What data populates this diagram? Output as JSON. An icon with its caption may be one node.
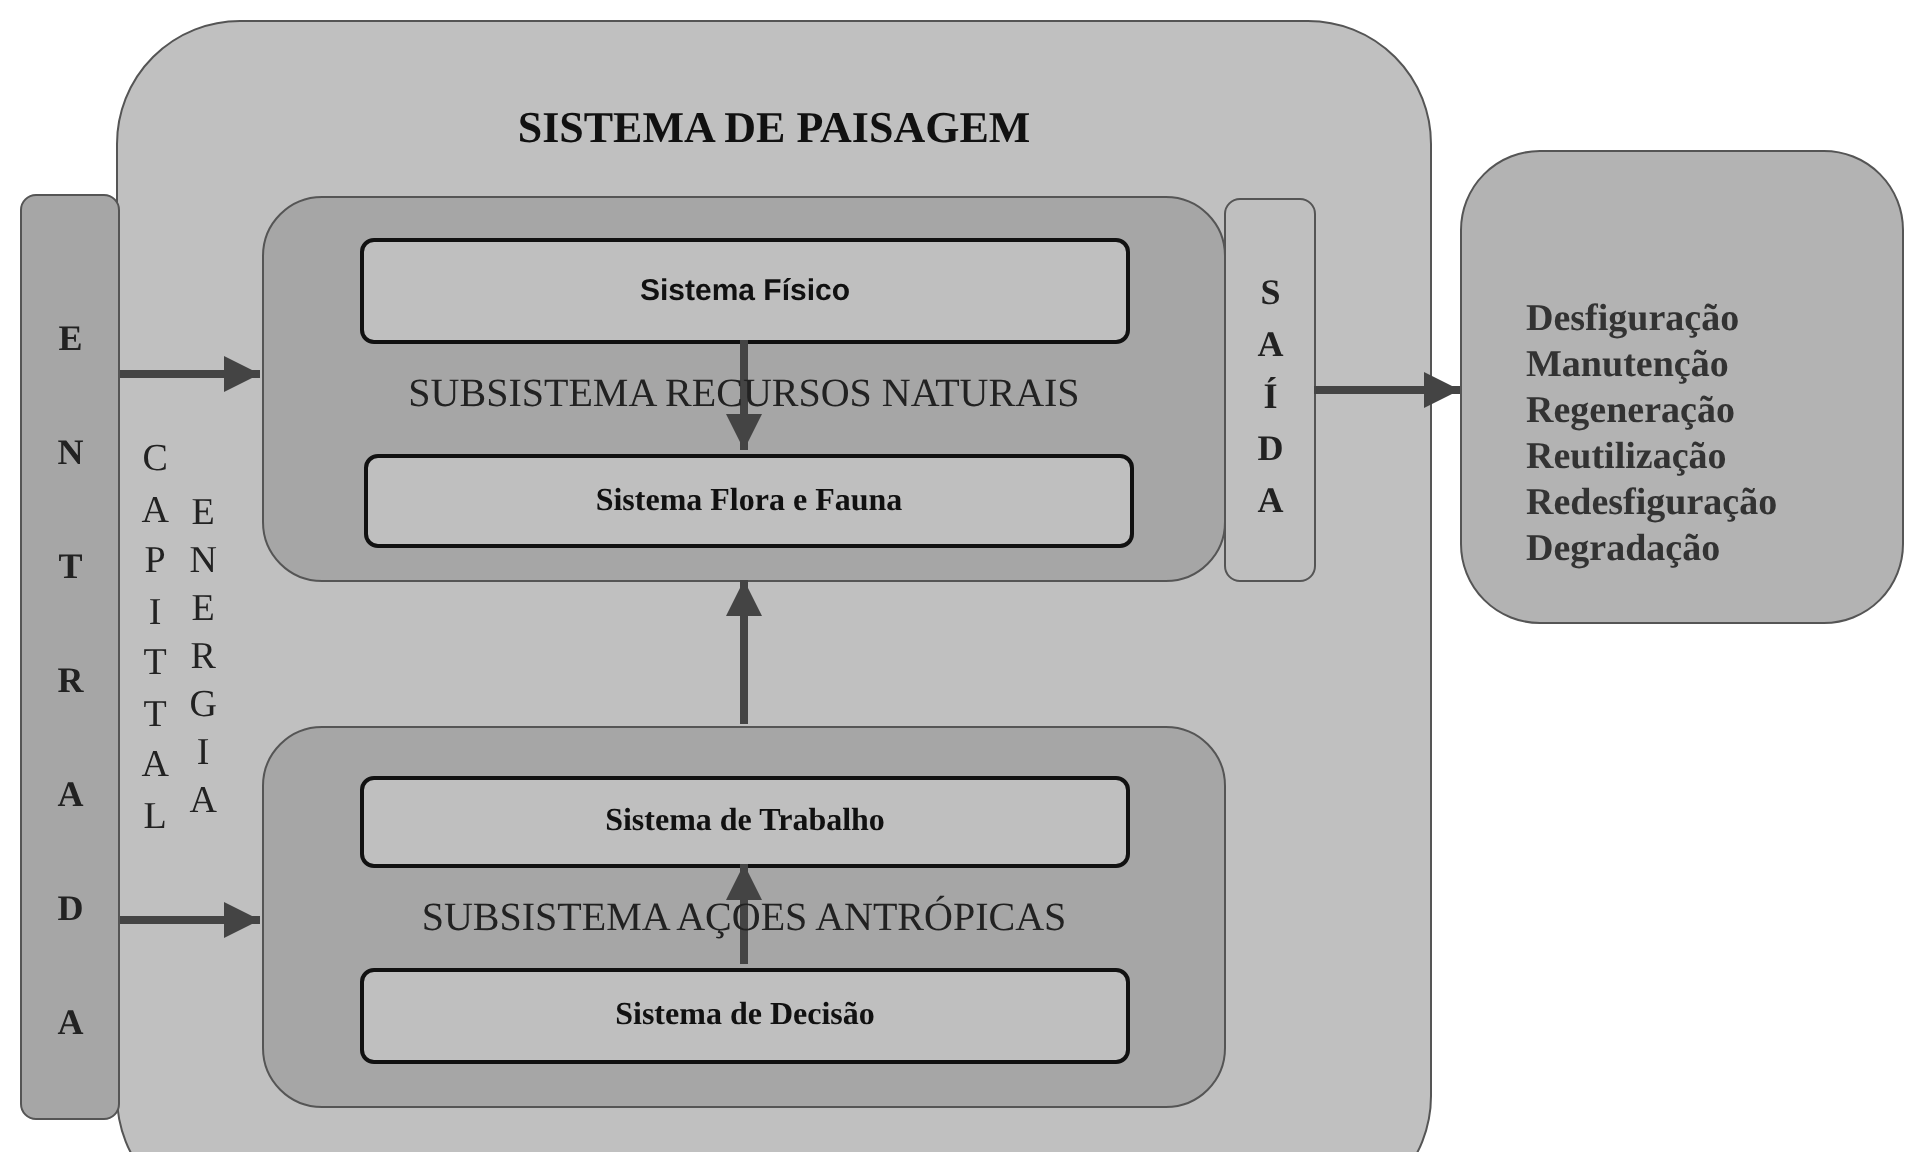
{
  "diagram": {
    "nodes": [
      {
        "text": [
          "SISTEMA DE PAISAGEM"
        ]
      },
      {
        "text": [
          "ENTRADA"
        ]
      },
      {
        "text": [
          "SUBSISTEMA RECURSOS NATURAIS"
        ],
        "in": 0
      },
      {
        "text": [
          "Sistema Físico"
        ],
        "in": 2
      },
      {
        "text": [
          "Sistema Flora e Fauna"
        ],
        "in": 2
      },
      {
        "text": [
          "SUBSISTEMA AÇOES ANTRÓPICAS"
        ],
        "in": 0
      },
      {
        "text": [
          "Sistema de Trabalho"
        ],
        "in": 5
      },
      {
        "text": [
          "Sistema de Decisão"
        ],
        "in": 5
      },
      {
        "text": [
          "SAÍDA"
        ],
        "in": 0
      },
      {
        "text": [
          "Desfiguração",
          "Manutenção",
          "Regeneração",
          "Reutilização",
          "Redesfiguração",
          "Degradação"
        ]
      }
    ],
    "edges": [
      {
        "from": 1,
        "to": 2,
        "arrow": "to"
      },
      {
        "from": 1,
        "to": 5,
        "arrow": "to"
      },
      {
        "from": 3,
        "to": 4,
        "arrow": "to"
      },
      {
        "from": 7,
        "to": 6,
        "arrow": "to"
      },
      {
        "from": 5,
        "to": 2,
        "arrow": "to"
      },
      {
        "from": 8,
        "to": 9,
        "arrow": "to"
      }
    ],
    "labels": [
      "CAPITTAL",
      "ENERGIA"
    ]
  }
}
